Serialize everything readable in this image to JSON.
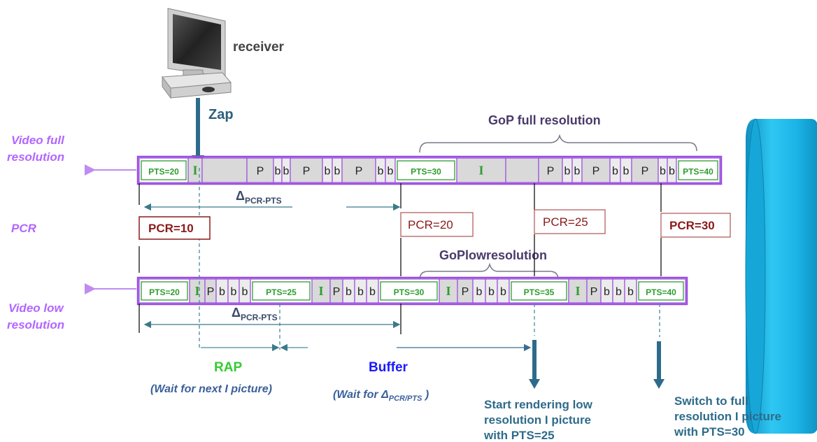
{
  "receiver": {
    "label": "receiver",
    "icon": "receiver-monitor-icon"
  },
  "zap": {
    "label": "Zap"
  },
  "labels": {
    "video_full": [
      "Video full",
      "resolution"
    ],
    "pcr": "PCR",
    "video_low": [
      "Video low",
      "resolution"
    ]
  },
  "gop_full_label": "GoP full resolution",
  "gop_low_label": "GoPlowresolution",
  "delta_label": {
    "main": "Δ",
    "sub": "PCR-PTS"
  },
  "full_stream": [
    {
      "type": "pts",
      "text": "PTS=20"
    },
    {
      "type": "I",
      "text": "I"
    },
    {
      "type": "gap",
      "text": ""
    },
    {
      "type": "P",
      "text": "P"
    },
    {
      "type": "b",
      "text": "b"
    },
    {
      "type": "b",
      "text": "b"
    },
    {
      "type": "P",
      "text": "P"
    },
    {
      "type": "b",
      "text": "b"
    },
    {
      "type": "b",
      "text": "b"
    },
    {
      "type": "P",
      "text": "P"
    },
    {
      "type": "b",
      "text": "b"
    },
    {
      "type": "b",
      "text": "b"
    },
    {
      "type": "pts",
      "text": "PTS=30"
    },
    {
      "type": "I",
      "text": "I"
    },
    {
      "type": "gap",
      "text": ""
    },
    {
      "type": "P",
      "text": "P"
    },
    {
      "type": "b",
      "text": "b"
    },
    {
      "type": "b",
      "text": "b"
    },
    {
      "type": "P",
      "text": "P"
    },
    {
      "type": "b",
      "text": "b"
    },
    {
      "type": "b",
      "text": "b"
    },
    {
      "type": "P",
      "text": "P"
    },
    {
      "type": "b",
      "text": "b"
    },
    {
      "type": "b",
      "text": "b"
    },
    {
      "type": "pts",
      "text": "PTS=40"
    }
  ],
  "low_stream": [
    {
      "type": "pts",
      "text": "PTS=20"
    },
    {
      "type": "I",
      "text": "I"
    },
    {
      "type": "P",
      "text": "P"
    },
    {
      "type": "b",
      "text": "b"
    },
    {
      "type": "b",
      "text": "b"
    },
    {
      "type": "b",
      "text": "b"
    },
    {
      "type": "pts",
      "text": "PTS=25"
    },
    {
      "type": "I",
      "text": "I"
    },
    {
      "type": "P",
      "text": "P"
    },
    {
      "type": "b",
      "text": "b"
    },
    {
      "type": "b",
      "text": "b"
    },
    {
      "type": "b",
      "text": "b"
    },
    {
      "type": "pts",
      "text": "PTS=30"
    },
    {
      "type": "I",
      "text": "I"
    },
    {
      "type": "P",
      "text": "P"
    },
    {
      "type": "b",
      "text": "b"
    },
    {
      "type": "b",
      "text": "b"
    },
    {
      "type": "b",
      "text": "b"
    },
    {
      "type": "pts",
      "text": "PTS=35"
    },
    {
      "type": "I",
      "text": "I"
    },
    {
      "type": "P",
      "text": "P"
    },
    {
      "type": "b",
      "text": "b"
    },
    {
      "type": "b",
      "text": "b"
    },
    {
      "type": "b",
      "text": "b"
    },
    {
      "type": "pts",
      "text": "PTS=40"
    }
  ],
  "pcr_values": [
    "PCR=10",
    "PCR=20",
    "PCR=25",
    "PCR=30"
  ],
  "rap": {
    "label": "RAP",
    "caption": "(Wait for next I picture)"
  },
  "buffer": {
    "label": "Buffer",
    "caption_prefix": "(Wait for ",
    "caption_delta": "Δ",
    "caption_sub": "PCR/PTS",
    "caption_suffix": " )"
  },
  "start_note": [
    "Start rendering low",
    "resolution I picture",
    "with PTS=25"
  ],
  "switch_note": [
    "Switch to full",
    "resolution I picture",
    "with PTS=30"
  ],
  "colors": {
    "purple": "#9b4de0",
    "label_purple": "#b366ff",
    "green": "#2e9d2e",
    "dark_red": "#8b1a1a",
    "teal_arrow": "#2e6b8a",
    "arrow_blue": "#3a6e90",
    "cylinder": "#1ab3e6",
    "bar_fill": "#d9d9d9",
    "rap_green": "#33cc33",
    "buffer_blue": "#1a1aff",
    "caption_blue": "#3a5f9a",
    "gop_dark": "#4a3a6a"
  }
}
